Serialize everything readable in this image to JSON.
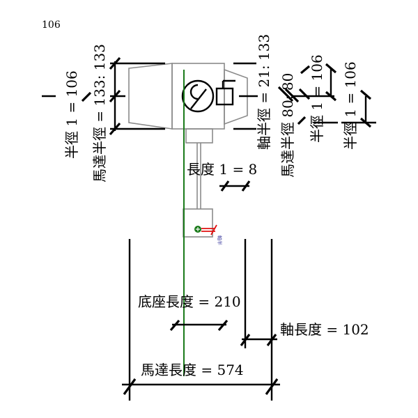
{
  "dimensions": {
    "left_radius1": "半徑 1 = 106",
    "left_motor_radius": "馬達半徑 = 133: 133",
    "left_partial": "106",
    "shaft_radius": "軸半徑 = 21: 133",
    "motor_radius_right": "馬達半徑 80: 80",
    "mid_radius1": "半徑 1 = 106",
    "right_radius1": "半徑 1 = 106",
    "length1": "長度 1 = 8",
    "base_length": "底座長度 = 210",
    "shaft_length": "軸長度 = 102",
    "motor_length": "馬達長度 = 574",
    "small_label": "軸半"
  },
  "colors": {
    "axis": "#1a7a1a",
    "marker": "#e01010",
    "body": "#8a8a8a",
    "small_label": "#4040a0"
  }
}
